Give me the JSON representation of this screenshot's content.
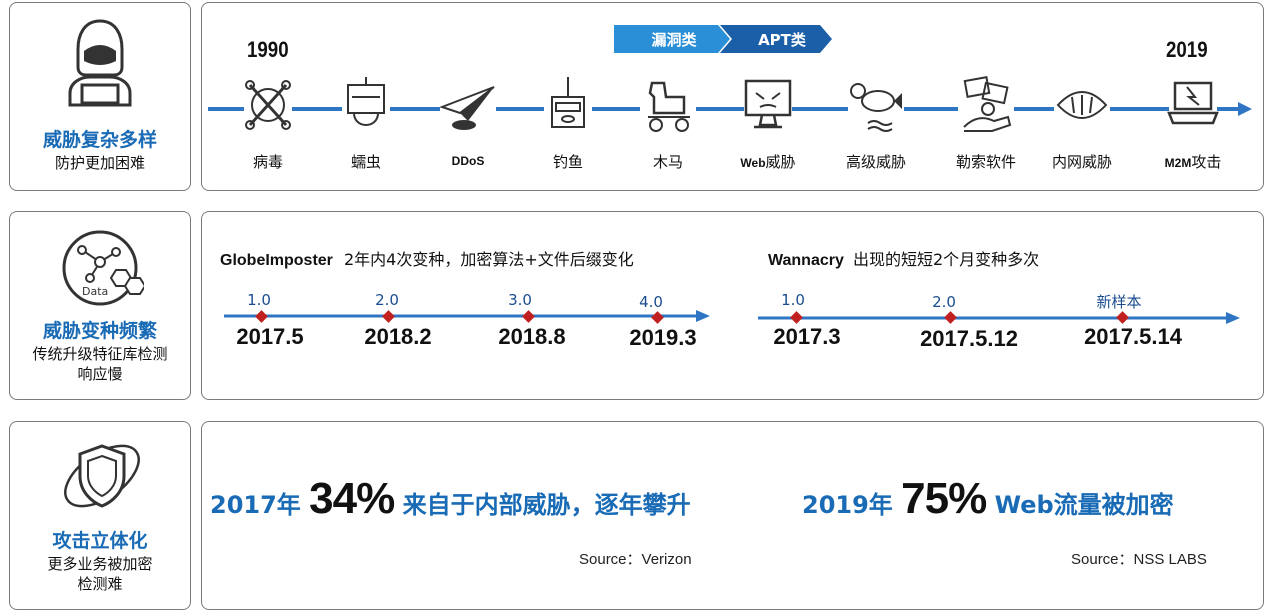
{
  "row1": {
    "title": "威胁复杂多样",
    "subtitle": "防护更加困难",
    "year_start": "1990",
    "year_end": "2019",
    "arrow1": "漏洞类",
    "arrow2": "APT类",
    "items": [
      {
        "label": "病毒",
        "icon": "bones-icon"
      },
      {
        "label": "蠕虫",
        "icon": "worm-icon"
      },
      {
        "label": "DDoS",
        "icon": "paper-plane-icon"
      },
      {
        "label": "钓鱼",
        "icon": "phishing-icon"
      },
      {
        "label": "木马",
        "icon": "trojan-horse-icon"
      },
      {
        "label_prefix": "Web",
        "label": "威胁",
        "icon": "monitor-icon"
      },
      {
        "label": "高级威胁",
        "icon": "fish-icon"
      },
      {
        "label": "勒索软件",
        "icon": "ransom-icon"
      },
      {
        "label": "内网威胁",
        "icon": "eye-icon"
      },
      {
        "label_prefix": "M2M",
        "label": "攻击",
        "icon": "laptop-icon"
      }
    ]
  },
  "row2": {
    "title": "威胁变种频繁",
    "subtitle": "传统升级特征库检测\n响应慢",
    "data_label": "Data",
    "left": {
      "name": "GlobeImposter",
      "desc": "2年内4次变种，加密算法+文件后缀变化",
      "points": [
        {
          "ver": "1.0",
          "date": "2017.5"
        },
        {
          "ver": "2.0",
          "date": "2018.2"
        },
        {
          "ver": "3.0",
          "date": "2018.8"
        },
        {
          "ver": "4.0",
          "date": "2019.3"
        }
      ]
    },
    "right": {
      "name": "Wannacry",
      "desc": "出现的短短2个月变种多次",
      "points": [
        {
          "ver": "1.0",
          "date": "2017.3"
        },
        {
          "ver": "2.0",
          "date": "2017.5.12"
        },
        {
          "ver": "新样本",
          "date": "2017.5.14"
        }
      ]
    }
  },
  "row3": {
    "title": "攻击立体化",
    "subtitle": "更多业务被加密\n检测难",
    "stat1": {
      "year": "2017年",
      "pct": "34%",
      "text": "来自于内部威胁，逐年攀升",
      "source": "Source：Verizon"
    },
    "stat2": {
      "year": "2019年",
      "pct": "75%",
      "text": "Web流量被加密",
      "source": "Source：NSS LABS"
    }
  },
  "colors": {
    "accent": "#1a6bb5",
    "line": "#2e75c4",
    "dot": "#c0201f"
  }
}
